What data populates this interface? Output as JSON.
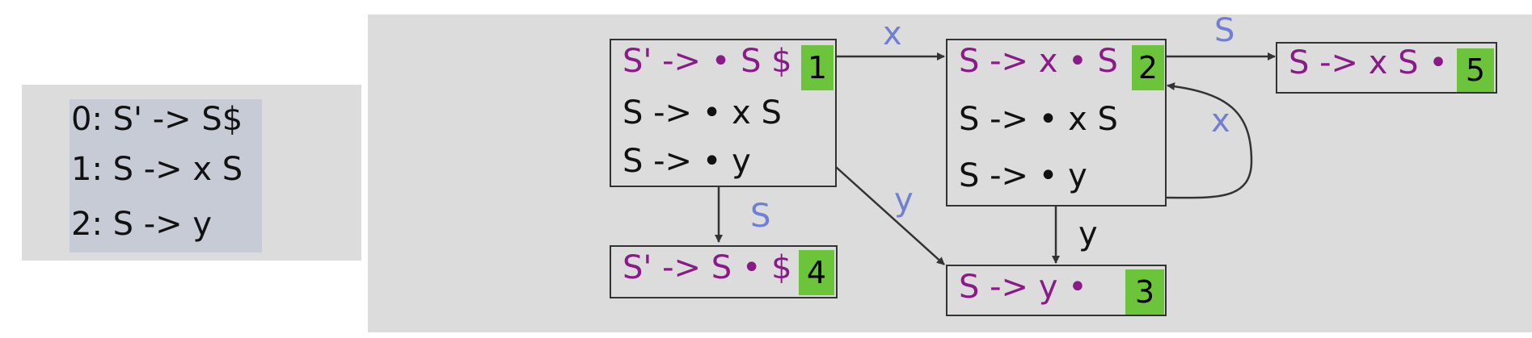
{
  "grammar": {
    "rules": [
      "0: S' -> S$",
      "1: S -> x S",
      "2: S -> y"
    ]
  },
  "states": [
    {
      "id": "1",
      "kernel": [
        "S' -> • S $"
      ],
      "closure": [
        "S -> • x S",
        "S -> • y"
      ]
    },
    {
      "id": "2",
      "kernel": [
        "S -> x • S"
      ],
      "closure": [
        "S -> • x S",
        "S -> • y"
      ]
    },
    {
      "id": "3",
      "kernel": [
        "S -> y •"
      ],
      "closure": []
    },
    {
      "id": "4",
      "kernel": [
        "S' -> S • $"
      ],
      "closure": []
    },
    {
      "id": "5",
      "kernel": [
        "S -> x S •"
      ],
      "closure": []
    }
  ],
  "transitions": [
    {
      "from": "1",
      "to": "2",
      "symbol": "x"
    },
    {
      "from": "2",
      "to": "5",
      "symbol": "S"
    },
    {
      "from": "2",
      "to": "2",
      "symbol": "x"
    },
    {
      "from": "1",
      "to": "4",
      "symbol": "S"
    },
    {
      "from": "1",
      "to": "3",
      "symbol": "y"
    },
    {
      "from": "2",
      "to": "3",
      "symbol": "y"
    }
  ],
  "colors": {
    "kernel_text": "#8a1a87",
    "badge": "#6cc43a",
    "nonterminal_label": "#6e7fd4",
    "terminal_label": "#111111"
  }
}
